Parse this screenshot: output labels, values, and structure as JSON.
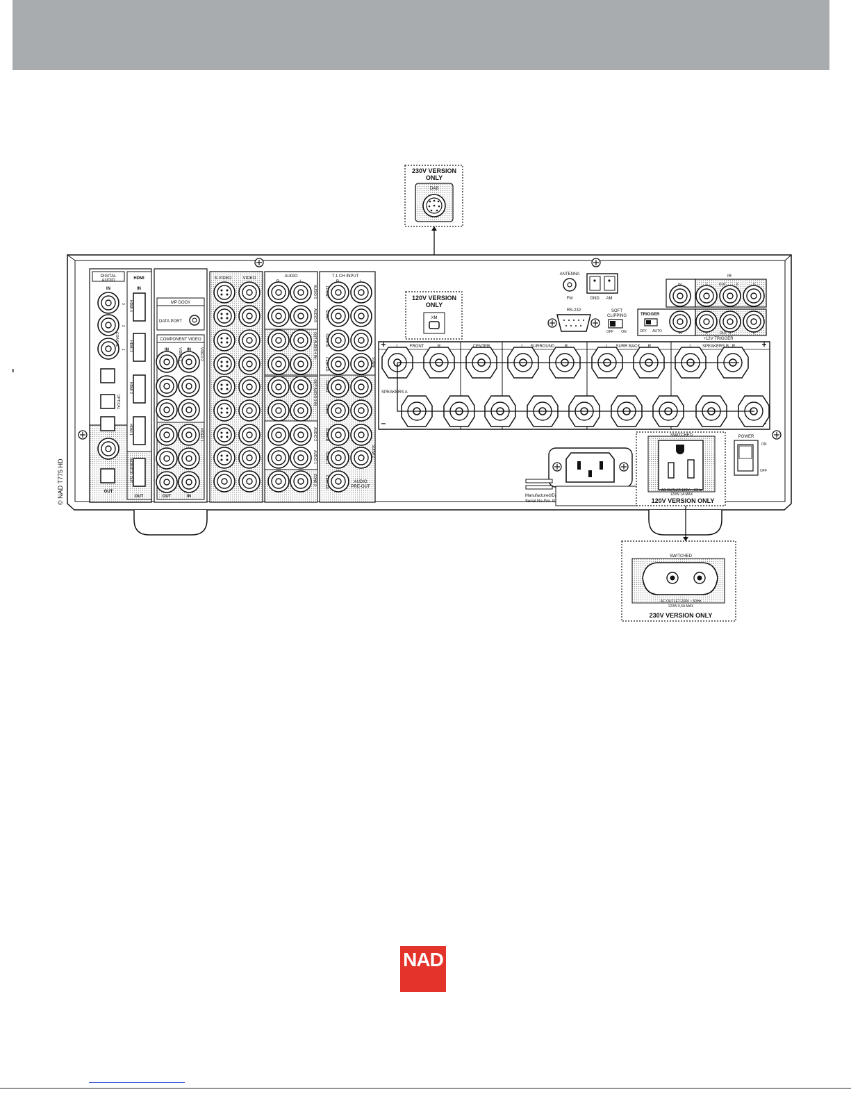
{
  "header": {
    "color": "#a9acaf"
  },
  "callouts": {
    "dab_230v": {
      "title_line1": "230V VERSION",
      "title_line2": "ONLY",
      "port_label": "DAB"
    },
    "xm_120v": {
      "title_line1": "120V VERSION",
      "title_line2": "ONLY",
      "port_label": "XM"
    },
    "outlet_230v": {
      "switched": "SWITCHED",
      "rating_line1": "AC OUTLET 230V ~ 50Hz",
      "rating_line2": "120W 0,5A MAX",
      "caption": "230V VERSION ONLY"
    },
    "outlet_120v": {
      "switched": "SWITCHED",
      "rating_line1": "AC OUTLET 120V ~ 60Hz",
      "rating_line2": "120W 1A MAX",
      "caption": "120V VERSION ONLY"
    }
  },
  "panel": {
    "model": "© NAD T775 HD",
    "digital_audio": {
      "title_line1": "DIGITAL",
      "title_line2": "AUDIO",
      "in": "IN",
      "coaxial": "COAXIAL",
      "optical": "OPTICAL",
      "nums": [
        "3",
        "2",
        "1"
      ],
      "out": "OUT"
    },
    "hdmi": {
      "title": "HDMI",
      "in": "IN",
      "inputs": [
        "HDMI 4",
        "HDMI 3",
        "HDMI 2",
        "HDMI 1"
      ],
      "monitor_out": "MONITOR OUT",
      "out": "OUT"
    },
    "mp_dock": {
      "title": "MP DOCK",
      "data_port": "DATA PORT"
    },
    "component_video": {
      "title": "COMPONENT VIDEO",
      "in": "IN",
      "out": "OUT",
      "video1": "VIDEO 1",
      "video2": "VIDEO 2",
      "y": "Y",
      "pb": "Pb",
      "pr": "Pr"
    },
    "svideo": {
      "svideo": "S-VIDEO",
      "video": "VIDEO"
    },
    "audio": {
      "title": "AUDIO",
      "r": "R",
      "l": "L",
      "rows": [
        "AUDIO 6",
        "AUDIO 5",
        "OUT AUDIO 4 IN",
        "OUT AUDIO 3 IN",
        "AUDIO 2",
        "AUDIO 1",
        "ZONE 2"
      ]
    },
    "input_71": {
      "title": "7.1 CH INPUT",
      "r": "R",
      "l": "L",
      "rows": [
        "FRONT",
        "SURR",
        "SURR-B",
        "CENTER"
      ],
      "subw": "SUBW",
      "preout_rows": [
        "FRONT",
        "SURR",
        "SURR-B",
        "SURR 1",
        "CENTER"
      ],
      "subw2": "SUBW 2",
      "preout": "AUDIO",
      "preout2": "PRE-OUT"
    },
    "antenna": {
      "title": "ANTENNA",
      "fm": "FM",
      "gnd": "GND",
      "am": "AM"
    },
    "rs232": "RS-232",
    "soft_clipping": {
      "title_line1": "SOFT",
      "title_line2": "CLIPPING",
      "off": "OFF",
      "on": "ON"
    },
    "trigger": {
      "title": "TRIGGER",
      "off": "OFF",
      "auto": "AUTO",
      "in": "IN",
      "out": "OUT",
      "plus12": "+12V TRIGGER",
      "nums": [
        "1",
        "2",
        "3"
      ]
    },
    "ir": {
      "title": "IR",
      "in": "IN",
      "out": "OUT",
      "nums": [
        "1",
        "2",
        "3"
      ]
    },
    "speakers": {
      "front": "FRONT",
      "center": "CENTER",
      "surround": "SURROUND",
      "surr_back": "SURR BACK",
      "speakers_b": "SPEAKERS B",
      "speakers_a": "SPEAKERS A",
      "l": "L",
      "r": "R",
      "plus": "+",
      "minus": "–"
    },
    "power": {
      "title": "POWER",
      "on": "ON",
      "off": "OFF"
    },
    "serial_line1": "Manufactured/Date De Fab",
    "serial_line2": "Serial No./No. De Series"
  },
  "logo": {
    "text": "NAD",
    "color": "#e4332b"
  }
}
